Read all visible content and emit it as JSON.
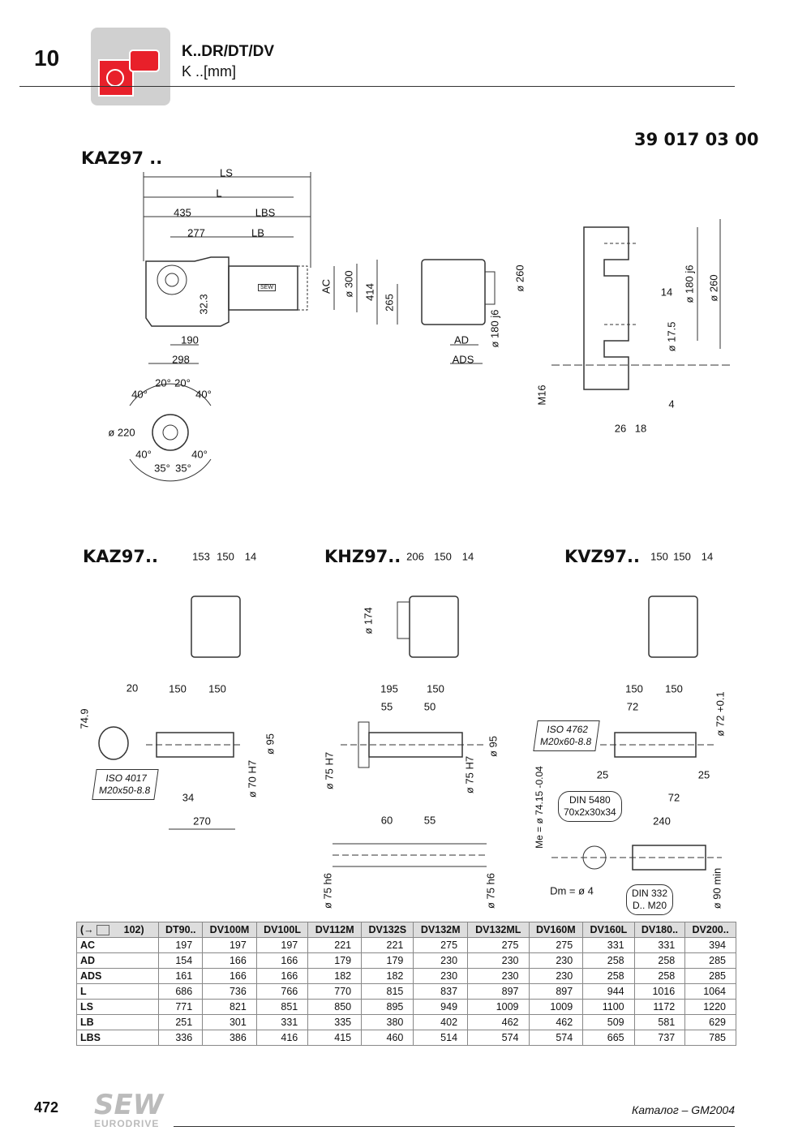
{
  "header": {
    "chapter": "10",
    "title": "K..DR/DT/DV",
    "subtitle": "K ..[mm]",
    "drawing_number": "39 017 03 00",
    "accent": "#e8202a",
    "thumb_bg": "#d0d0d0"
  },
  "main": {
    "model_top": "KAZ97 ..",
    "top_dims": {
      "LS": "LS",
      "L": "L",
      "d435": "435",
      "LBS": "LBS",
      "d277": "277",
      "LB": "LB",
      "AC": "AC",
      "d300": "ø 300",
      "d32": "32.3",
      "d190": "190",
      "d298": "298",
      "d414": "414",
      "d265": "265",
      "d260": "ø 260",
      "d180": "ø 180 j6",
      "AD": "AD",
      "ADS": "ADS",
      "d14": "14",
      "d180b": "ø 180 j6",
      "d260b": "ø 260",
      "d175": "ø 17.5",
      "d4": "4",
      "d26": "26",
      "d18": "18",
      "M16": "M16",
      "d220": "ø 220",
      "a20a": "20°",
      "a20b": "20°",
      "a40a": "40°",
      "a40b": "40°",
      "a40c": "40°",
      "a35a": "35°",
      "a35b": "35°",
      "a40d": "40°",
      "motor_badge": "SEW"
    },
    "variants": [
      {
        "model": "KAZ97..",
        "dims": [
          "153",
          "150",
          "14"
        ]
      },
      {
        "model": "KHZ97..",
        "dims": [
          "206",
          "150",
          "14"
        ],
        "d174": "ø 174"
      },
      {
        "model": "KVZ97..",
        "dims": [
          "150",
          "150",
          "14"
        ]
      }
    ],
    "kaz_shaft": {
      "d20": "20",
      "d749": "74.9",
      "d150a": "150",
      "d150b": "150",
      "d95": "ø 95",
      "d70": "ø 70 H7",
      "note1": "ISO 4017",
      "note2": "M20x50-8.8",
      "d34": "34",
      "d270": "270"
    },
    "khz_shaft": {
      "d195": "195",
      "d150": "150",
      "d55": "55",
      "d50": "50",
      "d75a": "ø 75 H7",
      "d95": "ø 95",
      "d75b": "ø 75 H7",
      "d60": "60",
      "d55b": "55",
      "d75c": "ø 75 h6",
      "d75d": "ø 75 h6"
    },
    "kvz_shaft": {
      "d150a": "150",
      "d150b": "150",
      "d72": "72",
      "d72t": "ø 72 +0.1",
      "note1": "ISO 4762",
      "note2": "M20x60-8.8",
      "d25a": "25",
      "d25b": "25",
      "d72b": "72",
      "me": "Me = ø 74.15 -0.04",
      "din1a": "DIN 5480",
      "din1b": "70x2x30x34",
      "d240": "240",
      "dm": "Dm = ø 4",
      "din2a": "DIN 332",
      "din2b": "D.. M20",
      "d90": "ø 90 min"
    }
  },
  "table": {
    "ref_label": "(→",
    "ref_page": "102)",
    "book_icon": "book-icon",
    "columns": [
      "DT90..",
      "DV100M",
      "DV100L",
      "DV112M",
      "DV132S",
      "DV132M",
      "DV132ML",
      "DV160M",
      "DV160L",
      "DV180..",
      "DV200.."
    ],
    "rows": [
      {
        "label": "AC",
        "values": [
          "197",
          "197",
          "197",
          "221",
          "221",
          "275",
          "275",
          "275",
          "331",
          "331",
          "394"
        ]
      },
      {
        "label": "AD",
        "values": [
          "154",
          "166",
          "166",
          "179",
          "179",
          "230",
          "230",
          "230",
          "258",
          "258",
          "285"
        ]
      },
      {
        "label": "ADS",
        "values": [
          "161",
          "166",
          "166",
          "182",
          "182",
          "230",
          "230",
          "230",
          "258",
          "258",
          "285"
        ]
      },
      {
        "label": "L",
        "values": [
          "686",
          "736",
          "766",
          "770",
          "815",
          "837",
          "897",
          "897",
          "944",
          "1016",
          "1064"
        ]
      },
      {
        "label": "LS",
        "values": [
          "771",
          "821",
          "851",
          "850",
          "895",
          "949",
          "1009",
          "1009",
          "1100",
          "1172",
          "1220"
        ]
      },
      {
        "label": "LB",
        "values": [
          "251",
          "301",
          "331",
          "335",
          "380",
          "402",
          "462",
          "462",
          "509",
          "581",
          "629"
        ]
      },
      {
        "label": "LBS",
        "values": [
          "336",
          "386",
          "416",
          "415",
          "460",
          "514",
          "574",
          "574",
          "665",
          "737",
          "785"
        ]
      }
    ]
  },
  "footer": {
    "page_number": "472",
    "logo_text": "SEW",
    "logo_sub": "EURODRIVE",
    "catalog": "Каталог – GM2004"
  }
}
